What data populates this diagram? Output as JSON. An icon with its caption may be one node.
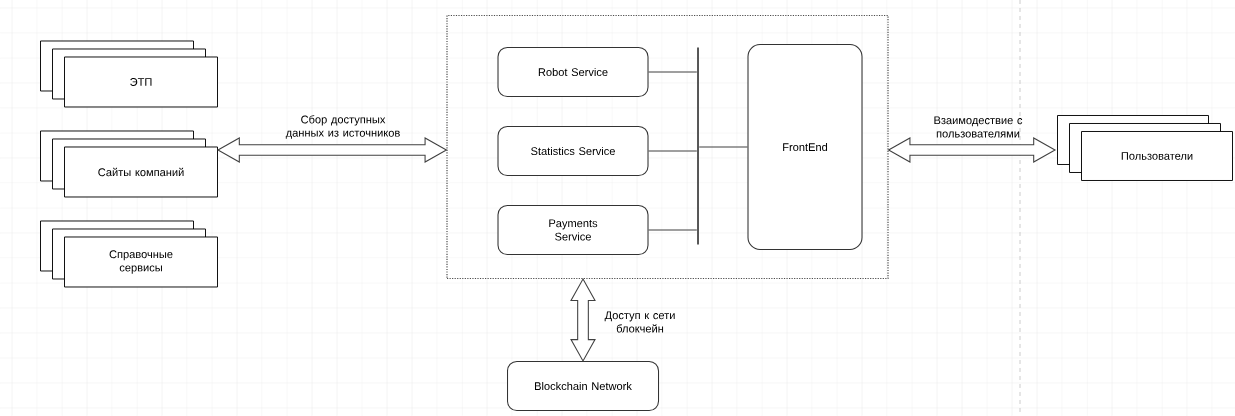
{
  "diagram": {
    "nodes": [
      {
        "text": [
          "ЭТП"
        ]
      },
      {
        "text": [
          "Сайты компаний"
        ]
      },
      {
        "text": [
          "Справочные сервисы"
        ]
      },
      {
        "text": [],
        "shape": "box"
      },
      {
        "text": [
          "Robot Service"
        ],
        "in": 3
      },
      {
        "text": [
          "Statistics Service"
        ],
        "in": 3
      },
      {
        "text": [
          "Payments Service"
        ],
        "in": 3
      },
      {
        "text": [],
        "shape": "bar",
        "in": 3
      },
      {
        "text": [
          "FrontEnd"
        ],
        "in": 3
      },
      {
        "text": [
          "Пользователи"
        ]
      },
      {
        "text": [
          "Blockchain Network"
        ]
      }
    ],
    "edges": [
      {
        "from": 1,
        "to": 3,
        "arrow": "both",
        "label": "Сбор доступных данных из источников",
        "style": "thick"
      },
      {
        "from": 3,
        "to": 9,
        "arrow": "both",
        "label": "Взаимодествие с пользователями",
        "style": "thick"
      },
      {
        "from": 3,
        "to": 10,
        "arrow": "both",
        "label": "Доступ к сети блокчейн",
        "style": "thick"
      },
      {
        "from": 4,
        "to": 7,
        "arrow": "none"
      },
      {
        "from": 5,
        "to": 7,
        "arrow": "none"
      },
      {
        "from": 6,
        "to": 7,
        "arrow": "none"
      },
      {
        "from": 7,
        "to": 8,
        "arrow": "none"
      }
    ]
  }
}
